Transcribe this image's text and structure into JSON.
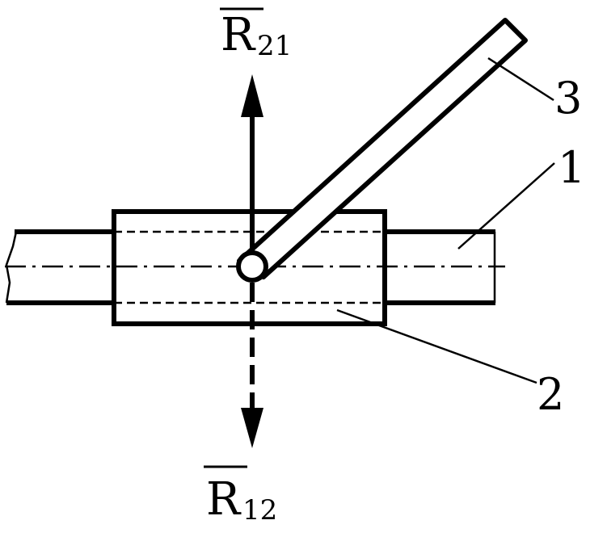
{
  "labels": {
    "force_up": {
      "main": "R",
      "sub": "21"
    },
    "force_down": {
      "main": "R",
      "sub": "12"
    },
    "part_1": "1",
    "part_2": "2",
    "part_3": "3"
  },
  "colors": {
    "stroke": "#000000",
    "background": "#ffffff"
  }
}
